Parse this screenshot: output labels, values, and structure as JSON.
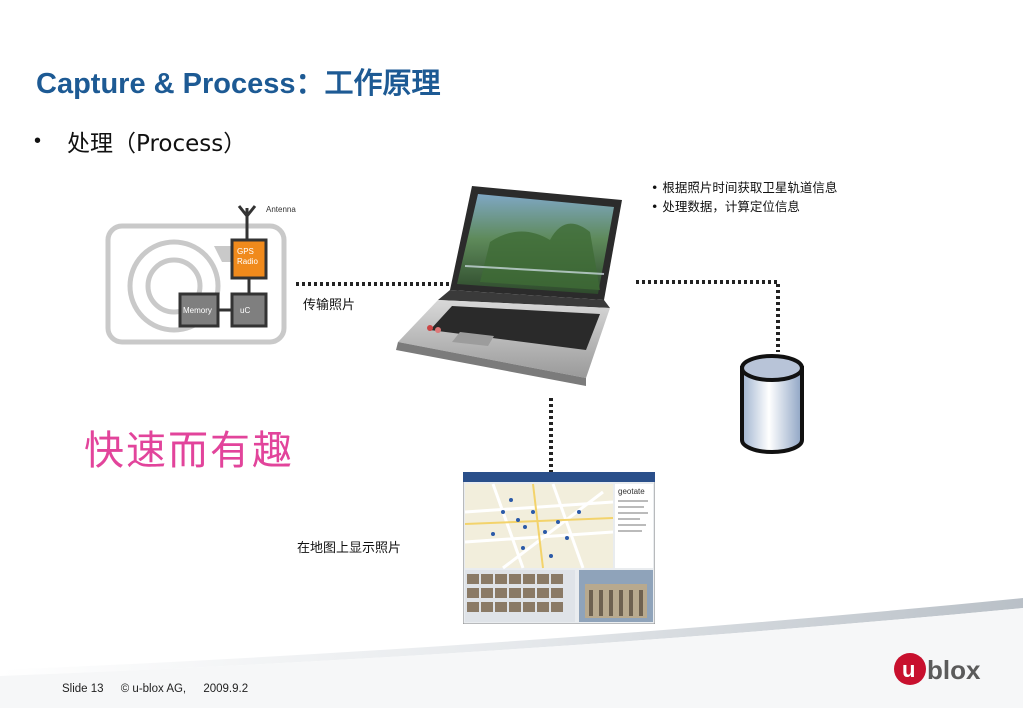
{
  "slide": {
    "title": "Capture & Process：工作原理",
    "bullet": "处理（Process）",
    "bullet_marker": "•"
  },
  "notes": [
    "• 根据照片时间获取卫星轨道信息",
    "• 处理数据，计算定位信息"
  ],
  "device": {
    "antenna_label": "Antenna",
    "gps_line1": "GPS",
    "gps_line2": "Radio",
    "memory_label": "Memory",
    "uc_label": "uC"
  },
  "labels": {
    "transfer": "传输照片",
    "map_display": "在地图上显示照片",
    "slogan": "快速而有趣"
  },
  "map_window": {
    "brand": "geotate"
  },
  "footer": {
    "slide_number": "Slide 13",
    "copyright": "© u-blox AG,",
    "date": "2009.9.2"
  },
  "logo": {
    "text": "blox",
    "letter": "u"
  },
  "colors": {
    "title": "#1d5a94",
    "slogan": "#e2449b",
    "gps_box": "#f08a1c",
    "logo_red": "#c8102e"
  }
}
